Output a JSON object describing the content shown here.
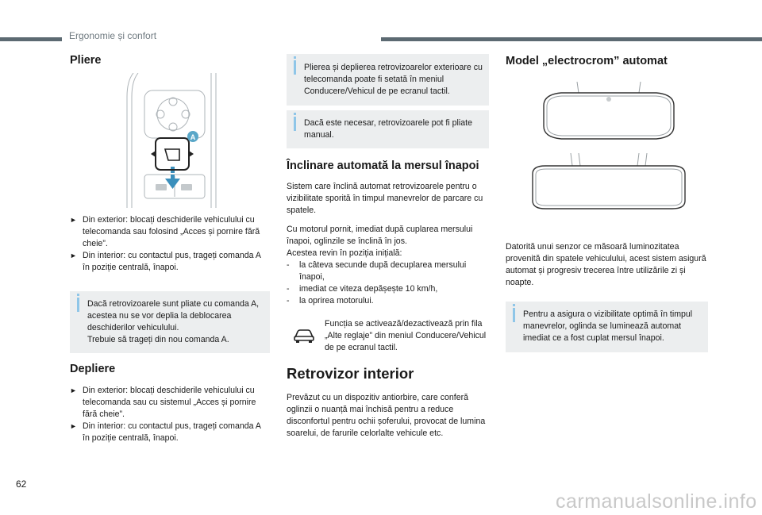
{
  "header": {
    "title": "Ergonomie și confort"
  },
  "page_number": "62",
  "watermark": "carmanualsonline.info",
  "colors": {
    "header_bar": "#5c6a72",
    "info_box": "#eceeef",
    "info_icon": "#8fc6e8",
    "badge": "#5aa7c8"
  },
  "col1": {
    "title_folding": "Pliere",
    "illus_badge": "A",
    "folding_bullets": [
      "Din exterior: blocați deschiderile vehiculului cu telecomanda sau folosind „Acces și pornire fără cheie”.",
      "Din interior: cu contactul pus, trageți comanda A în poziție centrală, înapoi."
    ],
    "info": [
      "Dacă retrovizoarele sunt pliate cu comanda A, acestea nu se vor deplia la deblocarea deschiderilor vehiculului.",
      "Trebuie să trageți din nou comanda A."
    ],
    "title_unfolding": "Depliere",
    "unfolding_bullets": [
      "Din exterior: blocați deschiderile vehiculului cu telecomanda sau cu sistemul „Acces și pornire fără cheie”.",
      "Din interior: cu contactul pus, trageți comanda A în poziție centrală, înapoi."
    ]
  },
  "col2": {
    "info1": "Plierea și deplierea retrovizoarelor exterioare cu telecomanda poate fi setată în meniul Conducere/Vehicul de pe ecranul tactil.",
    "info2": "Dacă este necesar, retrovizoarele pot fi pliate manual.",
    "title_tilt": "Înclinare automată la mersul înapoi",
    "p1": "Sistem care înclină automat retrovizoarele pentru o vizibilitate sporită în timpul manevrelor de parcare cu spatele.",
    "p2": "Cu motorul pornit, imediat după cuplarea mersului înapoi, oglinzile se înclină în jos.",
    "p3": "Acestea revin în poziția inițială:",
    "dashes": [
      "la câteva secunde după decuplarea mersului înapoi,",
      "imediat ce viteza depășește 10 km/h,",
      "la oprirea motorului."
    ],
    "car_note": "Funcția se activează/dezactivează prin fila „Alte reglaje” din meniul Conducere/Vehicul de pe ecranul tactil.",
    "title_interior": "Retrovizor interior",
    "p4": "Prevăzut cu un dispozitiv antiorbire, care conferă oglinzii o nuanță mai închisă pentru a reduce disconfortul pentru ochii șoferului, provocat de lumina soarelui, de farurile celorlalte vehicule etc."
  },
  "col3": {
    "title_electro": "Model „electrocrom” automat",
    "p1": "Datorită unui senzor ce măsoară luminozitatea provenită din spatele vehiculului, acest sistem asigură automat și progresiv trecerea între utilizările zi și noapte.",
    "info": "Pentru a asigura o vizibilitate optimă în timpul manevrelor, oglinda se luminează automat imediat ce a fost cuplat mersul înapoi."
  },
  "icons": [
    "bullet-icon",
    "info-icon",
    "car-icon",
    "arrow-down-icon"
  ]
}
